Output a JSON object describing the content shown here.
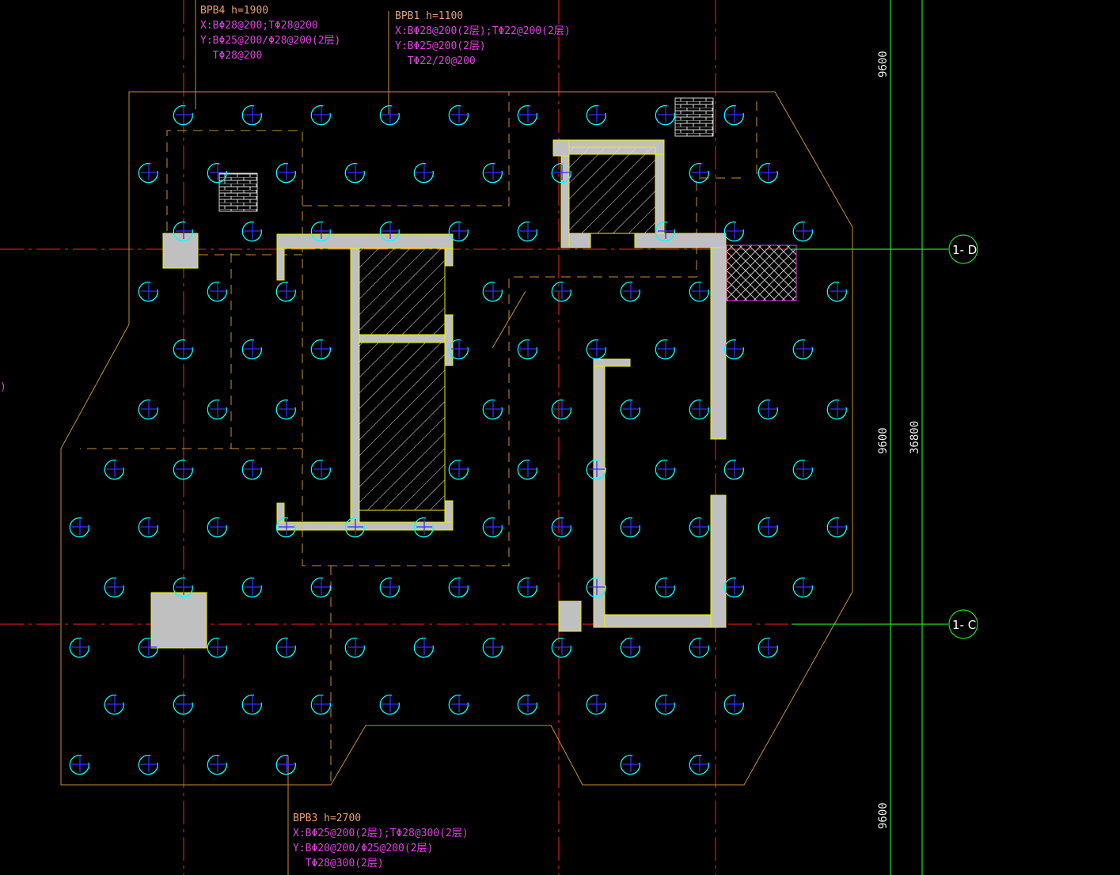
{
  "notes": [
    {
      "id": "bpb4",
      "title": "BPB4  h=1900",
      "lines": [
        "X:BΦ28@200;TΦ28@200",
        "Y:BΦ25@200/Φ28@200(2层)",
        "  TΦ28@200"
      ]
    },
    {
      "id": "bpb1",
      "title": "BPB1  h=1100",
      "lines": [
        "X:BΦ28@200(2层);TΦ22@200(2层)",
        "Y:BΦ25@200(2层)",
        "  TΦ22/20@200"
      ]
    },
    {
      "id": "bpb3",
      "title": "BPB3  h=2700",
      "lines": [
        "X:BΦ25@200(2层);TΦ28@300(2层)",
        "Y:BΦ20@200/Φ25@200(2层)",
        "  TΦ28@300(2层)"
      ]
    }
  ],
  "dimensions": {
    "span_top": "9600",
    "span_mid": "9600",
    "span_bottom": "9600",
    "total": "36800"
  },
  "axes": [
    {
      "id": "1-D",
      "label": "1- D"
    },
    {
      "id": "1-C",
      "label": "1- C"
    }
  ],
  "left_edge_fragment": ")",
  "colors": {
    "background": "#000000",
    "slab_outline": "#c8902c",
    "wall_fill": "#c0c0c0",
    "wall_edge": "#f0f000",
    "grid_red": "#ff2020",
    "dim_green": "#20e020",
    "pile_cyan": "#00ffff",
    "pile_blue": "#3030ff",
    "note_magenta": "#e040e0"
  }
}
